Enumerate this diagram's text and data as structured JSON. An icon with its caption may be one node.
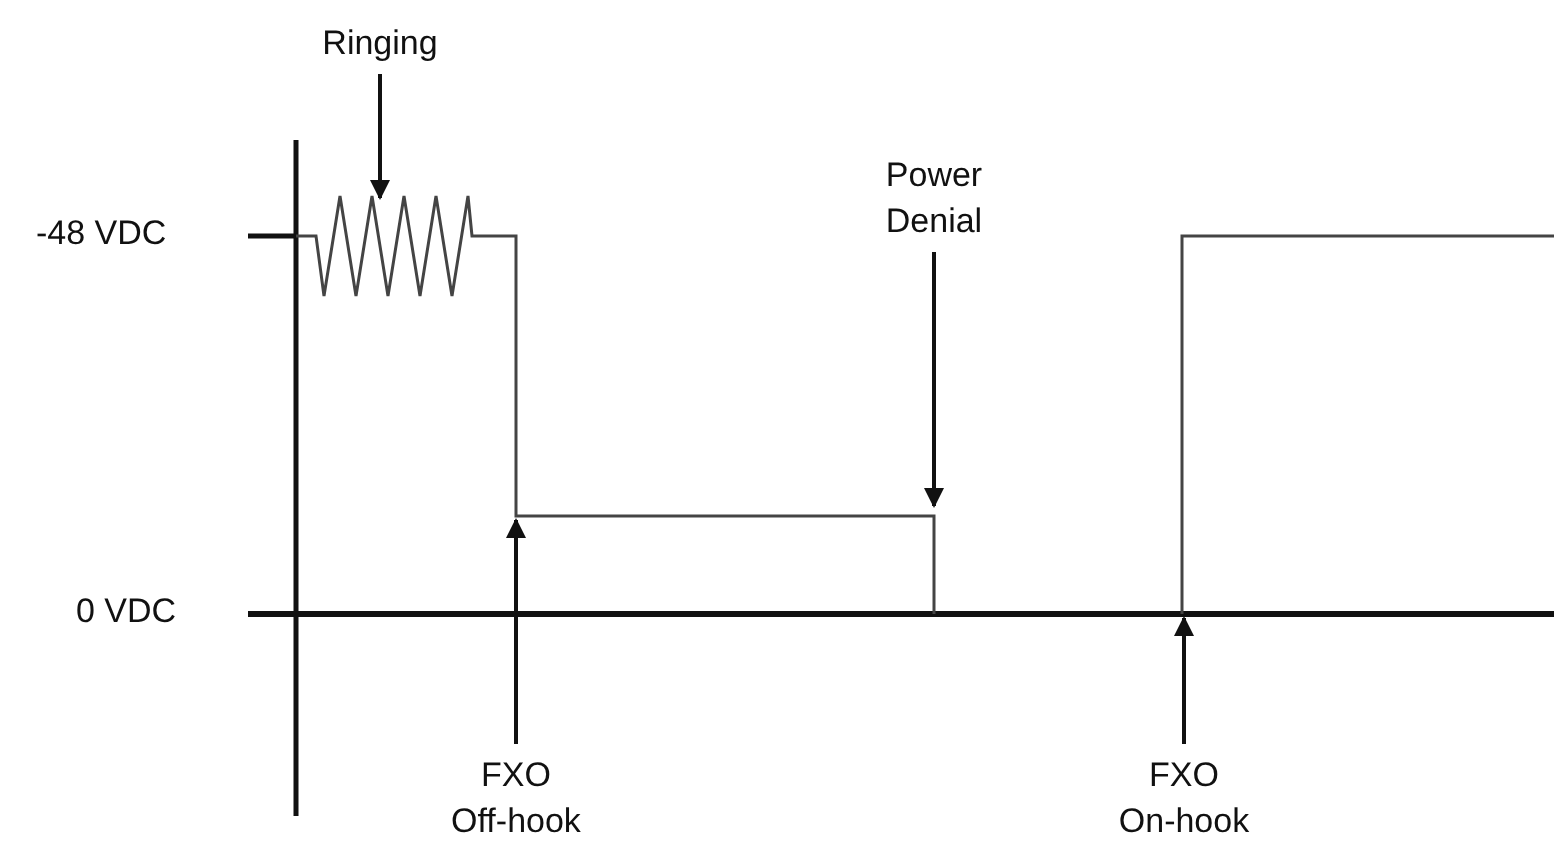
{
  "diagram": {
    "nodes": [
      {
        "text": [
          "Ringing"
        ]
      },
      {
        "text": [
          "Power Denial"
        ]
      },
      {
        "text": [
          "FXO Off-hook"
        ]
      },
      {
        "text": [
          "FXO On-hook"
        ]
      },
      {
        "text": [],
        "shape": "picture"
      }
    ],
    "edges": [
      {
        "from": 0,
        "to": 4,
        "arrow": "to"
      },
      {
        "from": 1,
        "to": 4,
        "arrow": "to"
      },
      {
        "from": 2,
        "to": 4,
        "arrow": "to"
      },
      {
        "from": 3,
        "to": 4,
        "arrow": "to"
      }
    ],
    "labels": [
      "-48 VDC",
      "0 VDC"
    ]
  }
}
